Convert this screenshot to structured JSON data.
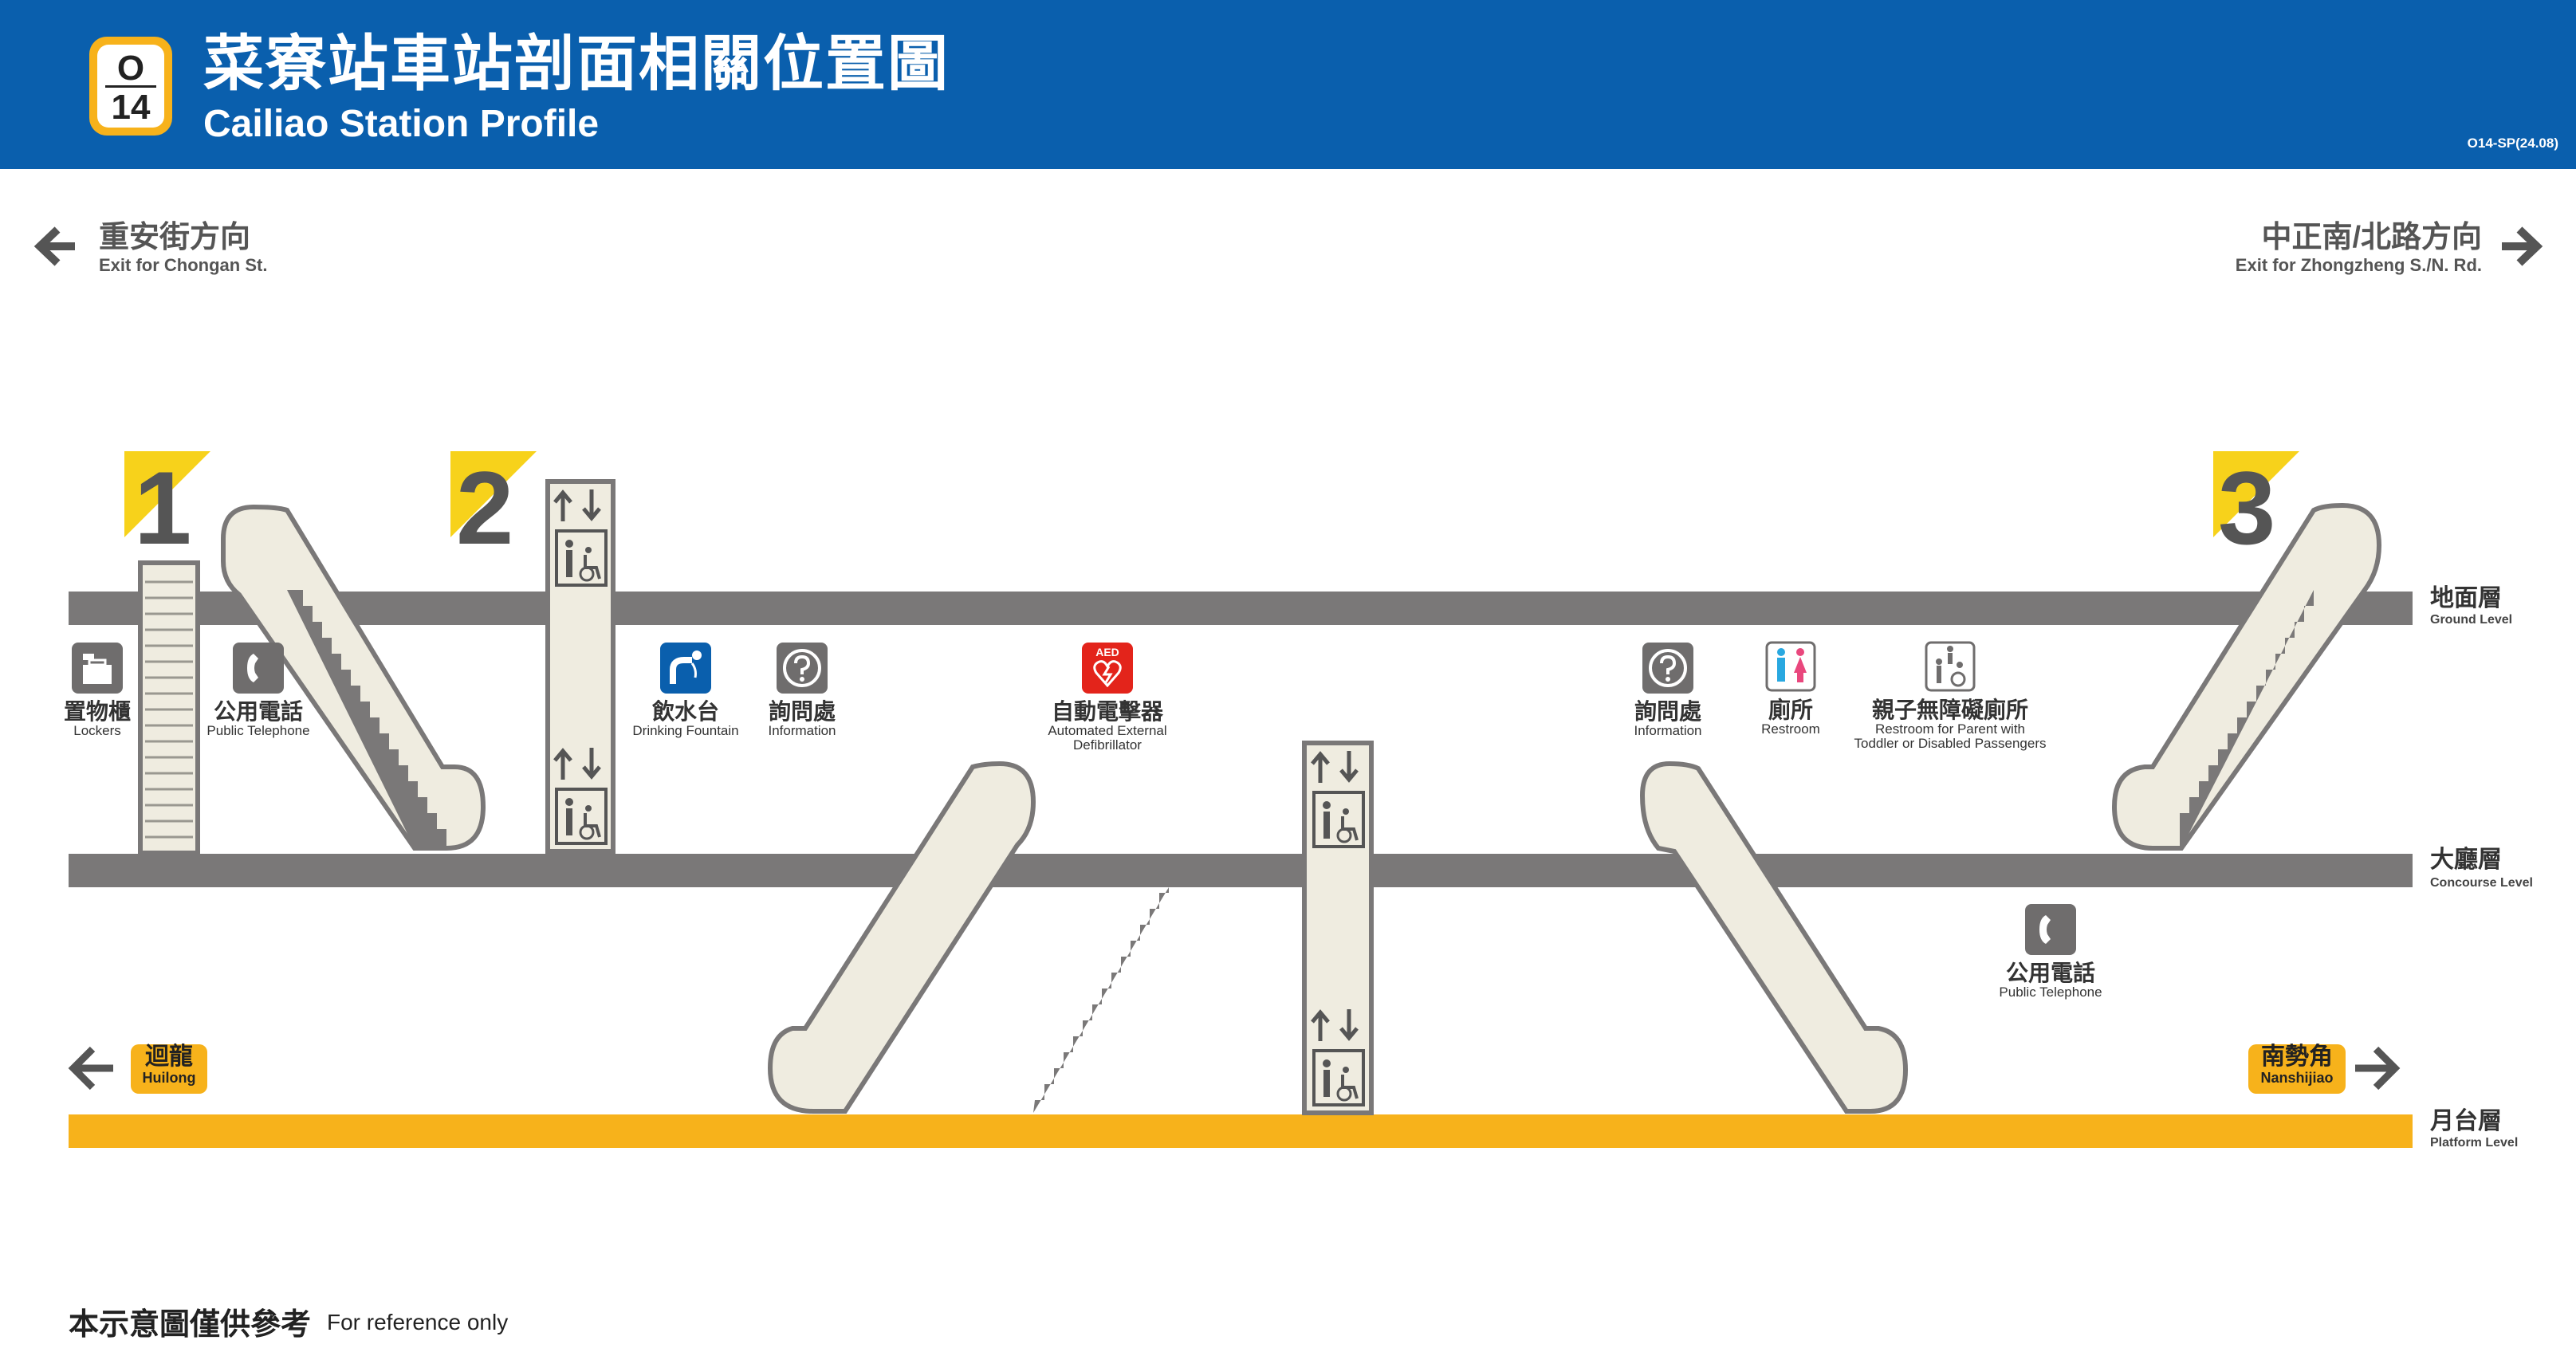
{
  "header": {
    "line_code": "O",
    "station_number": "14",
    "title_zh": "菜寮站車站剖面相關位置圖",
    "title_en": "Cailiao Station Profile",
    "doc_code": "O14-SP(24.08)"
  },
  "exits_direction": {
    "left": {
      "zh": "重安街方向",
      "en": "Exit for Chongan St."
    },
    "right": {
      "zh": "中正南/北路方向",
      "en": "Exit for Zhongzheng S./N. Rd."
    }
  },
  "exits": [
    "1",
    "2",
    "3"
  ],
  "levels": {
    "ground": {
      "zh": "地面層",
      "en": "Ground Level"
    },
    "concourse": {
      "zh": "大廳層",
      "en": "Concourse Level"
    },
    "platform": {
      "zh": "月台層",
      "en": "Platform Level"
    }
  },
  "directions": {
    "left": {
      "zh": "迴龍",
      "en": "Huilong"
    },
    "right": {
      "zh": "南勢角",
      "en": "Nanshijiao"
    }
  },
  "facilities": {
    "lockers": {
      "zh": "置物櫃",
      "en": "Lockers"
    },
    "telephone_1": {
      "zh": "公用電話",
      "en": "Public Telephone"
    },
    "drinking_fountain": {
      "zh": "飲水台",
      "en": "Drinking Fountain"
    },
    "information_1": {
      "zh": "詢問處",
      "en": "Information"
    },
    "aed": {
      "zh": "自動電擊器",
      "en": "Automated External",
      "en2": "Defibrillator",
      "badge": "AED"
    },
    "information_2": {
      "zh": "詢問處",
      "en": "Information"
    },
    "restroom": {
      "zh": "廁所",
      "en": "Restroom"
    },
    "family_restroom": {
      "zh": "親子無障礙廁所",
      "en": "Restroom for Parent with",
      "en2": "Toddler or Disabled Passengers"
    },
    "telephone_2": {
      "zh": "公用電話",
      "en": "Public Telephone"
    }
  },
  "footer": {
    "zh": "本示意圖僅供參考",
    "en": "For reference only"
  },
  "colors": {
    "header_blue": "#0a5fad",
    "line_yellow": "#f7b21b",
    "floor_gray": "#7a7878",
    "escalator_fill": "#efece0",
    "escalator_stroke": "#7a7878",
    "aed_red": "#e3241b"
  }
}
